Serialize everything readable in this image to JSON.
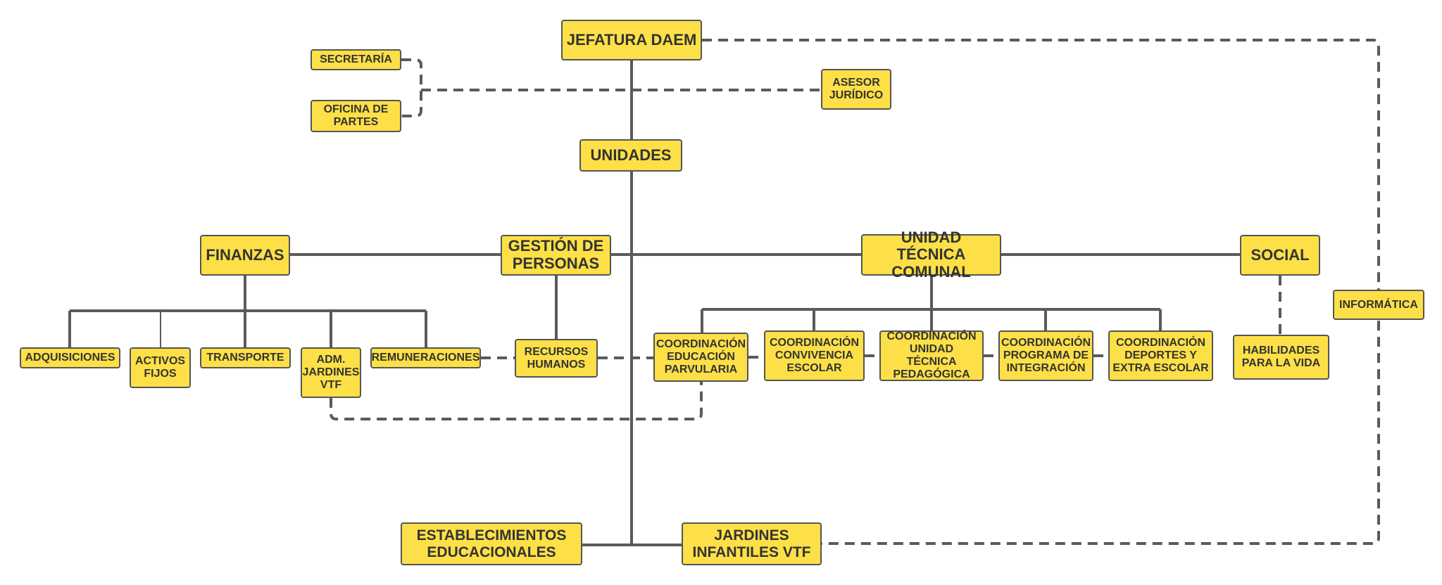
{
  "nodes": {
    "jefatura": "JEFATURA DAEM",
    "secretaria": "SECRETARÍA",
    "oficina": "OFICINA DE\nPARTES",
    "asesor": "ASESOR\nJURÍDICO",
    "unidades": "UNIDADES",
    "finanzas": "FINANZAS",
    "gestion": "GESTIÓN DE\nPERSONAS",
    "utc": "UNIDAD TÉCNICA\nCOMUNAL",
    "social": "SOCIAL",
    "informatica": "INFORMÁTICA",
    "adquisiciones": "ADQUISICIONES",
    "activos": "ACTIVOS\nFIJOS",
    "transporte": "TRANSPORTE",
    "adm_jardines": "ADM.\nJARDINES\nVTF",
    "remuneraciones": "REMUNERACIONES",
    "recursos": "RECURSOS\nHUMANOS",
    "coord_parv": "COORDINACIÓN\nEDUCACIÓN\nPARVULARIA",
    "coord_conv": "COORDINACIÓN\nCONVIVENCIA\nESCOLAR",
    "coord_utp": "COORDINACIÓN\nUNIDAD TÉCNICA\nPEDAGÓGICA",
    "coord_pie": "COORDINACIÓN\nPROGRAMA DE\nINTEGRACIÓN",
    "coord_dep": "COORDINACIÓN\nDEPORTES Y\nEXTRA ESCOLAR",
    "habilidades": "HABILIDADES\nPARA LA VIDA",
    "establecimientos": "ESTABLECIMIENTOS\nEDUCACIONALES",
    "jardines": "JARDINES\nINFANTILES VTF"
  },
  "colors": {
    "box_fill": "#fde047",
    "box_border": "#555555",
    "line": "#5a5a5a",
    "text": "#333333"
  }
}
